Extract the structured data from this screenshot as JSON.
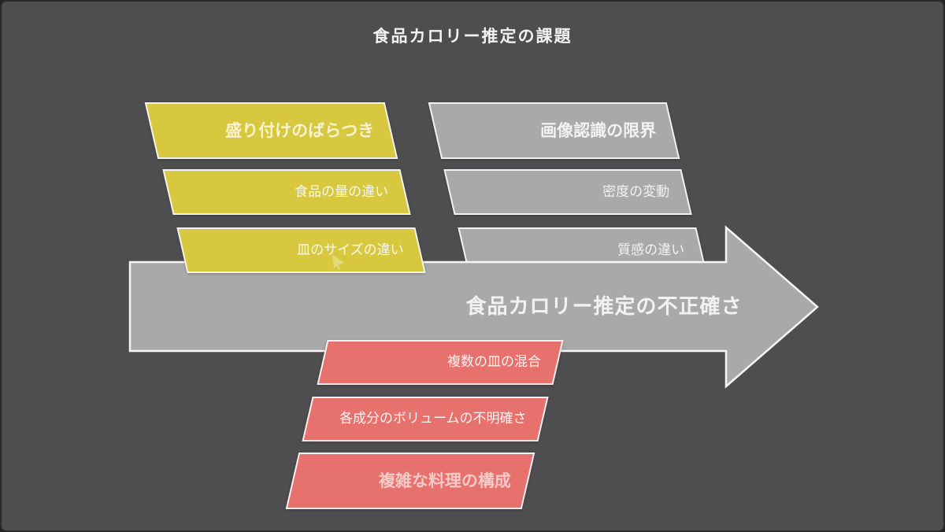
{
  "title": "食品カロリー推定の課題",
  "groups": {
    "left": {
      "theme_color": "#d7c83f",
      "items": [
        {
          "label": "盛り付けのばらつき",
          "emphasis": true
        },
        {
          "label": "食品の量の違い",
          "emphasis": false
        },
        {
          "label": "皿のサイズの違い",
          "emphasis": false
        }
      ]
    },
    "right": {
      "theme_color": "#a9a9a9",
      "items": [
        {
          "label": "画像認識の限界",
          "emphasis": true
        },
        {
          "label": "密度の変動",
          "emphasis": false
        },
        {
          "label": "質感の違い",
          "emphasis": false
        }
      ]
    },
    "bottom": {
      "theme_color": "#e7716d",
      "items": [
        {
          "label": "複数の皿の混合",
          "emphasis": false
        },
        {
          "label": "各成分のボリュームの不明確さ",
          "emphasis": false
        },
        {
          "label": "複雑な料理の構成",
          "emphasis": true
        }
      ]
    }
  },
  "arrow": {
    "label": "食品カロリー推定の不正確さ",
    "fill_color": "#a9a9a9",
    "border_color": "#f5f5f5"
  },
  "colors": {
    "background": "#4e4e50",
    "frame_border": "#2a2a2c",
    "shape_border": "#f2f2f2",
    "title_text": "#f2f2f2"
  }
}
